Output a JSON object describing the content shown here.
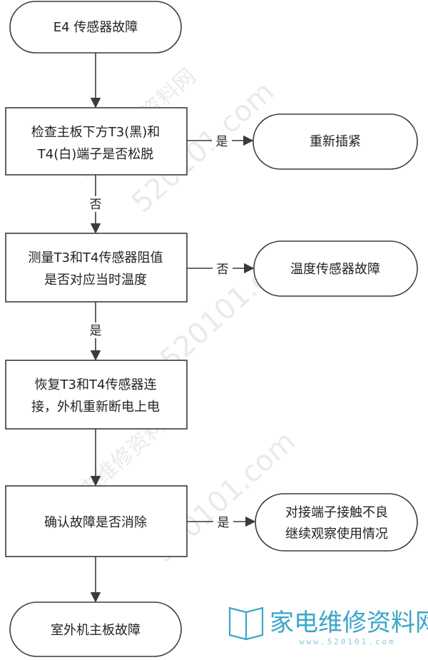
{
  "nodes": {
    "start": "E4  传感器故障",
    "check_terminal": [
      "检查主板下方T3(黑)和",
      "T4(白)端子是否松脱"
    ],
    "replug": "重新插紧",
    "measure_resistance": [
      "测量T3和T4传感器阻值",
      "是否对应当时温度"
    ],
    "sensor_fault": "温度传感器故障",
    "restore_connection": [
      "恢复T3和T4传感器连",
      "接，外机重新断电上电"
    ],
    "confirm_cleared": "确认故障是否消除",
    "poor_contact": [
      "对接端子接触不良",
      "继续观察使用情况"
    ],
    "board_fault": "室外机主板故障"
  },
  "edges": {
    "yes": "是",
    "no": "否"
  },
  "watermark": {
    "logo_text": "家电维修资料网",
    "url": "520101.com",
    "footer_url": "www.520101.com",
    "site_name": "家电维修资料网"
  }
}
